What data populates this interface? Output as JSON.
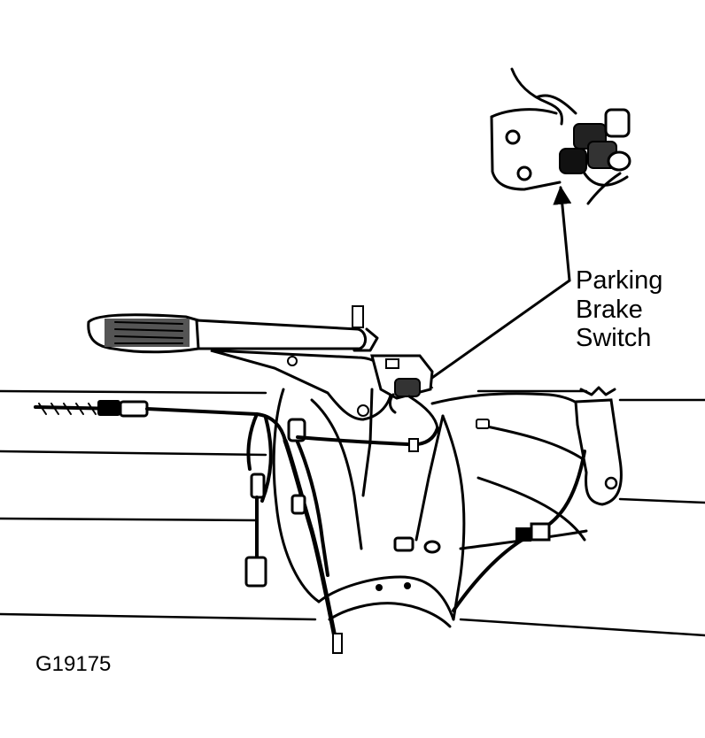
{
  "callout": {
    "lines": [
      "Parking",
      "Brake",
      "Switch"
    ]
  },
  "figure_id": "G19175"
}
